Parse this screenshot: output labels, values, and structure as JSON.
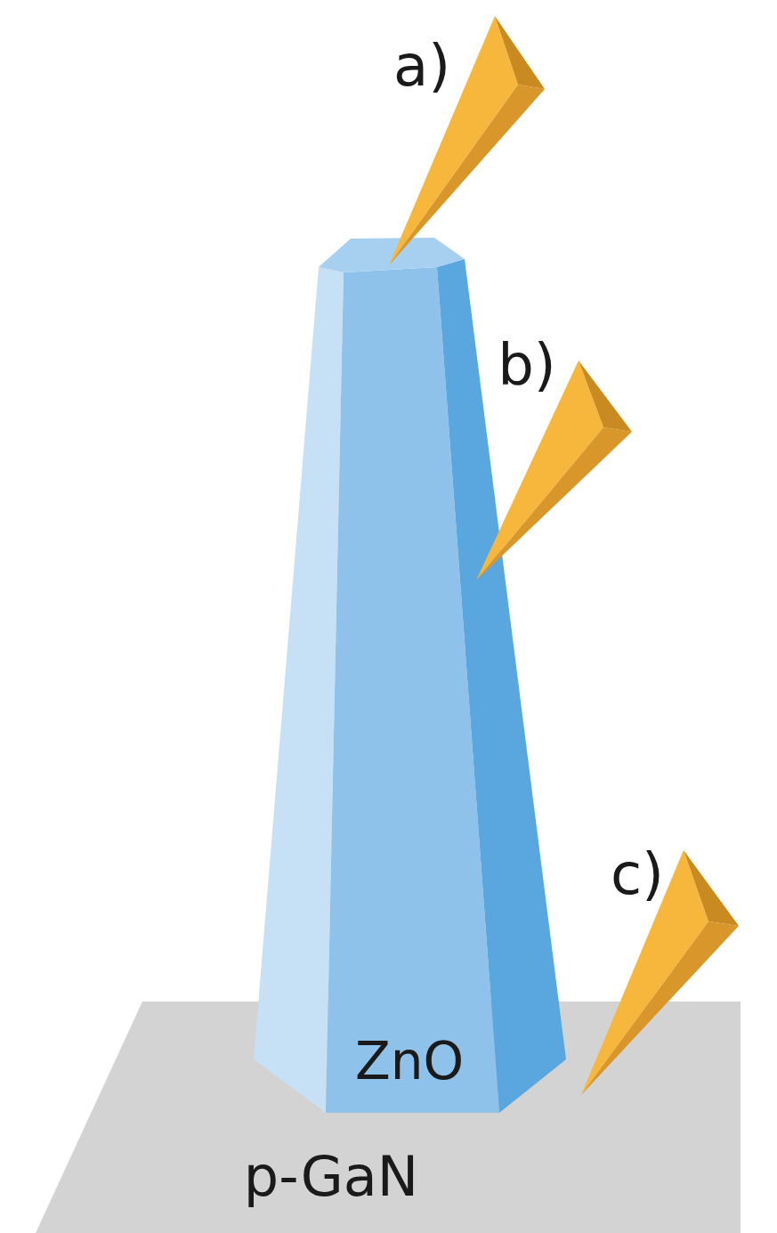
{
  "diagram": {
    "nodes": [
      {
        "text": [
          "p-GaN"
        ]
      },
      {
        "text": [
          "ZnO"
        ]
      }
    ],
    "labels": [
      "a)",
      "b)",
      "c)"
    ]
  }
}
